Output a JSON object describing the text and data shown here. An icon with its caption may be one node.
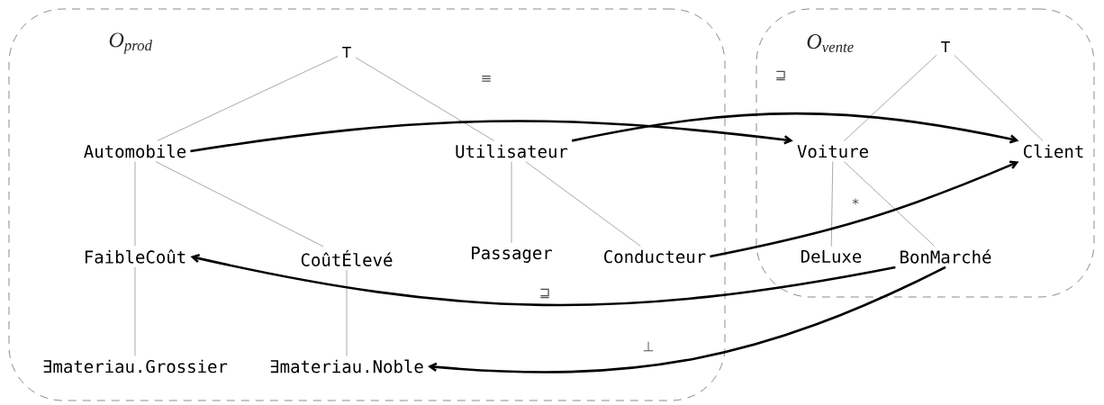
{
  "diagram": {
    "nodes": [
      {
        "text": [
          "O$_{prod}$"
        ]
      },
      {
        "text": [
          "⊤"
        ],
        "in": 0
      },
      {
        "text": [
          "Automobile"
        ],
        "in": 0
      },
      {
        "text": [
          "Utilisateur"
        ],
        "in": 0
      },
      {
        "text": [
          "FaibleCoût"
        ],
        "in": 0
      },
      {
        "text": [
          "CoûtÉlevé"
        ],
        "in": 0
      },
      {
        "text": [
          "Passager"
        ],
        "in": 0
      },
      {
        "text": [
          "Conducteur"
        ],
        "in": 0
      },
      {
        "text": [
          "∃materiau.Grossier"
        ],
        "in": 0
      },
      {
        "text": [
          "∃materiau.Noble"
        ],
        "in": 0
      },
      {
        "text": [
          "O$_{vente}$"
        ]
      },
      {
        "text": [
          "⊤"
        ],
        "in": 10
      },
      {
        "text": [
          "Voiture"
        ],
        "in": 10
      },
      {
        "text": [
          "Client"
        ],
        "in": 10
      },
      {
        "text": [
          "DeLuxe"
        ],
        "in": 10
      },
      {
        "text": [
          "BonMarché"
        ],
        "in": 10
      }
    ],
    "edges": [
      {
        "from": 1,
        "to": 2,
        "arrow": "none"
      },
      {
        "from": 1,
        "to": 3,
        "arrow": "none"
      },
      {
        "from": 2,
        "to": 4,
        "arrow": "none"
      },
      {
        "from": 2,
        "to": 5,
        "arrow": "none"
      },
      {
        "from": 4,
        "to": 8,
        "arrow": "none"
      },
      {
        "from": 5,
        "to": 9,
        "arrow": "none"
      },
      {
        "from": 3,
        "to": 6,
        "arrow": "none"
      },
      {
        "from": 3,
        "to": 7,
        "arrow": "none"
      },
      {
        "from": 11,
        "to": 12,
        "arrow": "none"
      },
      {
        "from": 11,
        "to": 13,
        "arrow": "none"
      },
      {
        "from": 12,
        "to": 14,
        "arrow": "none"
      },
      {
        "from": 12,
        "to": 15,
        "arrow": "none"
      },
      {
        "from": 2,
        "to": 12,
        "arrow": "to",
        "label": "≡",
        "style": "thick"
      },
      {
        "from": 3,
        "to": 13,
        "arrow": "to",
        "label": "⊒",
        "style": "thick"
      },
      {
        "from": 7,
        "to": 13,
        "arrow": "to",
        "label": "*",
        "style": "thick"
      },
      {
        "from": 15,
        "to": 4,
        "arrow": "to",
        "label": "⊒",
        "style": "thick"
      },
      {
        "from": 15,
        "to": 9,
        "arrow": "to",
        "label": "⊥",
        "style": "thick"
      }
    ]
  }
}
